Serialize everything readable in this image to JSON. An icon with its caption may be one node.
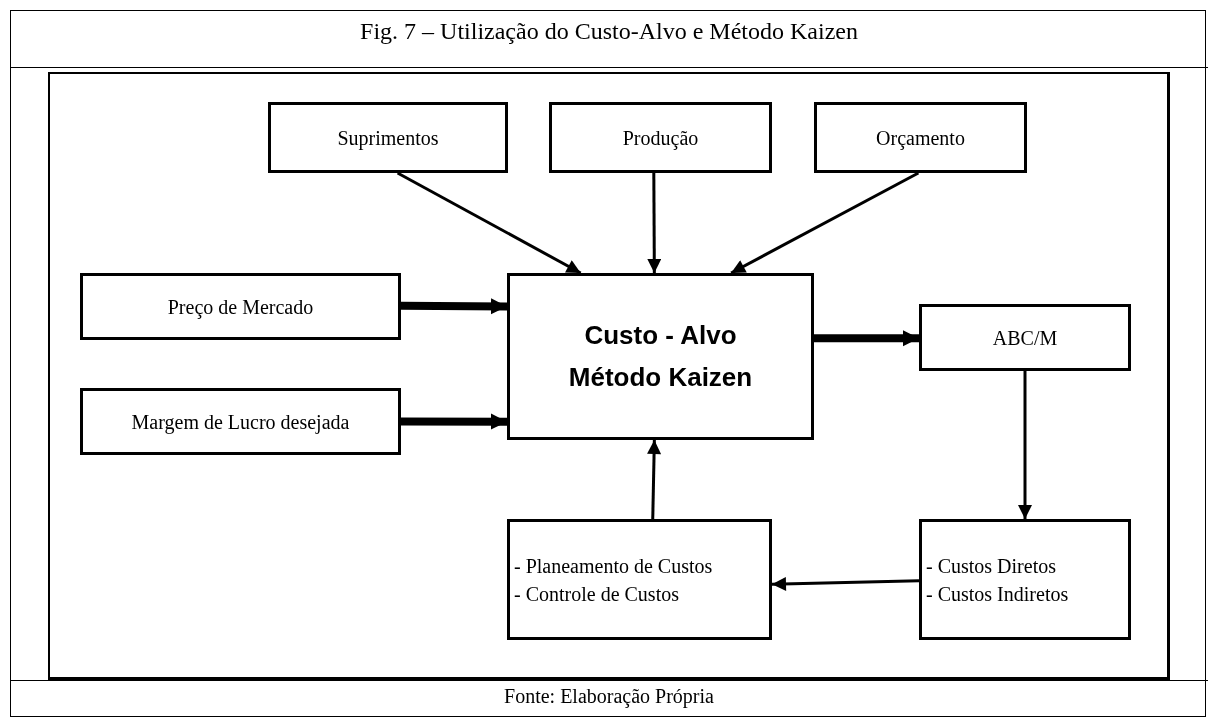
{
  "diagram": {
    "title": "Fig. 7 – Utilização do Custo-Alvo e Método Kaizen",
    "caption": "Fonte: Elaboração Própria",
    "nodes": [
      {
        "text": [
          "Suprimentos"
        ]
      },
      {
        "text": [
          "Produção"
        ]
      },
      {
        "text": [
          "Orçamento"
        ]
      },
      {
        "text": [
          "Preço de Mercado"
        ]
      },
      {
        "text": [
          "Custo - Alvo",
          "Método Kaizen"
        ]
      },
      {
        "text": [
          "ABC/M"
        ]
      },
      {
        "text": [
          "Margem de Lucro desejada"
        ]
      },
      {
        "text": [
          "- Planeamento de Custos",
          "- Controle de Custos"
        ]
      },
      {
        "text": [
          "- Custos Diretos",
          "- Custos Indiretos"
        ]
      }
    ],
    "edges": [
      {
        "from": 0,
        "to": 4,
        "arrow": "to"
      },
      {
        "from": 1,
        "to": 4,
        "arrow": "to"
      },
      {
        "from": 2,
        "to": 4,
        "arrow": "to"
      },
      {
        "from": 3,
        "to": 4,
        "arrow": "to",
        "style": "thick"
      },
      {
        "from": 6,
        "to": 4,
        "arrow": "to",
        "style": "thick"
      },
      {
        "from": 4,
        "to": 5,
        "arrow": "to",
        "style": "thick"
      },
      {
        "from": 5,
        "to": 8,
        "arrow": "to"
      },
      {
        "from": 8,
        "to": 7,
        "arrow": "to"
      },
      {
        "from": 7,
        "to": 4,
        "arrow": "to"
      }
    ]
  }
}
